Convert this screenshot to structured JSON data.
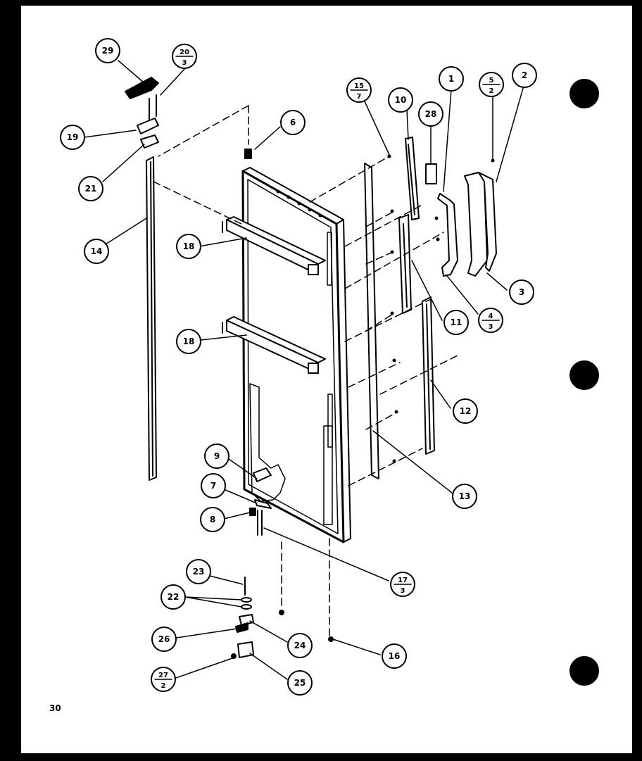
{
  "page_number": "30",
  "colors": {
    "ink": "#000000",
    "paper": "#ffffff",
    "frame": "#000000"
  },
  "callouts": {
    "c1": "1",
    "c2": "2",
    "c3": "3",
    "c4": "4",
    "c4_sub": "3",
    "c5": "5",
    "c5_sub": "2",
    "c6": "6",
    "c7": "7",
    "c8": "8",
    "c9": "9",
    "c10": "10",
    "c11": "11",
    "c12": "12",
    "c13": "13",
    "c14": "14",
    "c15": "15",
    "c15_sub": "7",
    "c16": "16",
    "c17": "17",
    "c17_sub": "3",
    "c18a": "18",
    "c18b": "18",
    "c19": "19",
    "c20": "20",
    "c20_sub": "3",
    "c21": "21",
    "c22": "22",
    "c23": "23",
    "c24": "24",
    "c25": "25",
    "c26": "26",
    "c27": "27",
    "c27_sub": "2",
    "c28": "28",
    "c29": "29"
  },
  "binder_holes": 3
}
